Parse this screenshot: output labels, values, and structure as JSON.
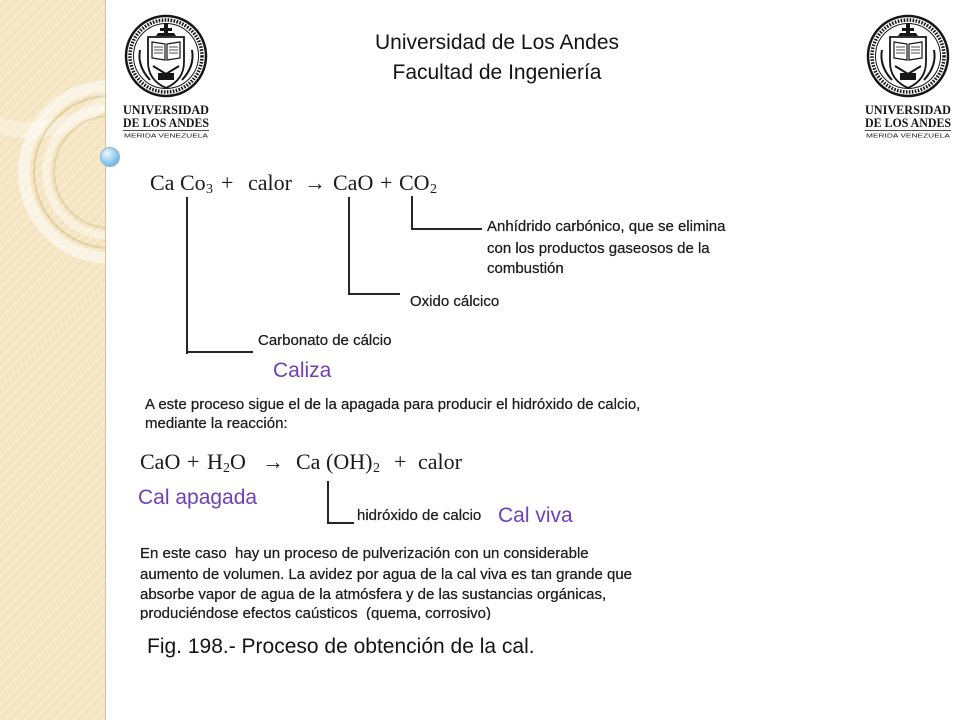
{
  "header": {
    "line1": "Universidad de Los Andes",
    "line2": "Facultad de Ingeniería"
  },
  "logo": {
    "name_line1": "UNIVERSIDAD",
    "name_line2": "DE LOS ANDES",
    "location": "MERIDA VENEZUELA"
  },
  "figure": {
    "equation_1": {
      "reactant": "Ca Co",
      "reactant_sub": "3",
      "plus_a": "+",
      "heat": "calor",
      "arrow": "→",
      "product_1": "CaO",
      "plus_b": "+",
      "product_2": "CO",
      "product_2_sub": "2"
    },
    "labels_1": {
      "co2": [
        "Anhídrido carbónico, que se elimina",
        "con los productos gaseosos de la",
        "combustión"
      ],
      "cao": "Oxido cálcico",
      "caco3": "Carbonato de cálcio"
    },
    "note_caliza": "Caliza",
    "intro_text": [
      "A este proceso sigue el de la apagada para producir el hidróxido de calcio,",
      "mediante la reacción:"
    ],
    "equation_2": {
      "reactant_1": "CaO",
      "plus_a": "+",
      "water_h": "H",
      "water_sub": "2",
      "water_o": "O",
      "arrow": "→",
      "product_ca": "Ca",
      "product_oh": "(OH)",
      "product_sub": "2",
      "plus_b": "+",
      "heat": "calor"
    },
    "labels_2": {
      "hydroxide": "hidróxido de calcio"
    },
    "note_cal_apagada": "Cal apagada",
    "note_cal_viva": "Cal viva",
    "explanation": [
      "En este caso  hay un proceso de pulverización con un considerable",
      "aumento de volumen. La avidez por agua de la cal viva es tan grande que",
      "absorbe vapor de agua de la atmósfera y de las sustancias orgánicas,",
      "produciéndose efectos caústicos  (quema, corrosivo)"
    ]
  },
  "caption": "Fig. 198.- Proceso de obtención de la cal.",
  "colors": {
    "note": "#7040b8",
    "sidebar": "#f4e4bf",
    "bullet": "#8cc8ec"
  },
  "icons": {
    "logo": "university-seal-icon",
    "bullet": "blue-circle-icon"
  }
}
